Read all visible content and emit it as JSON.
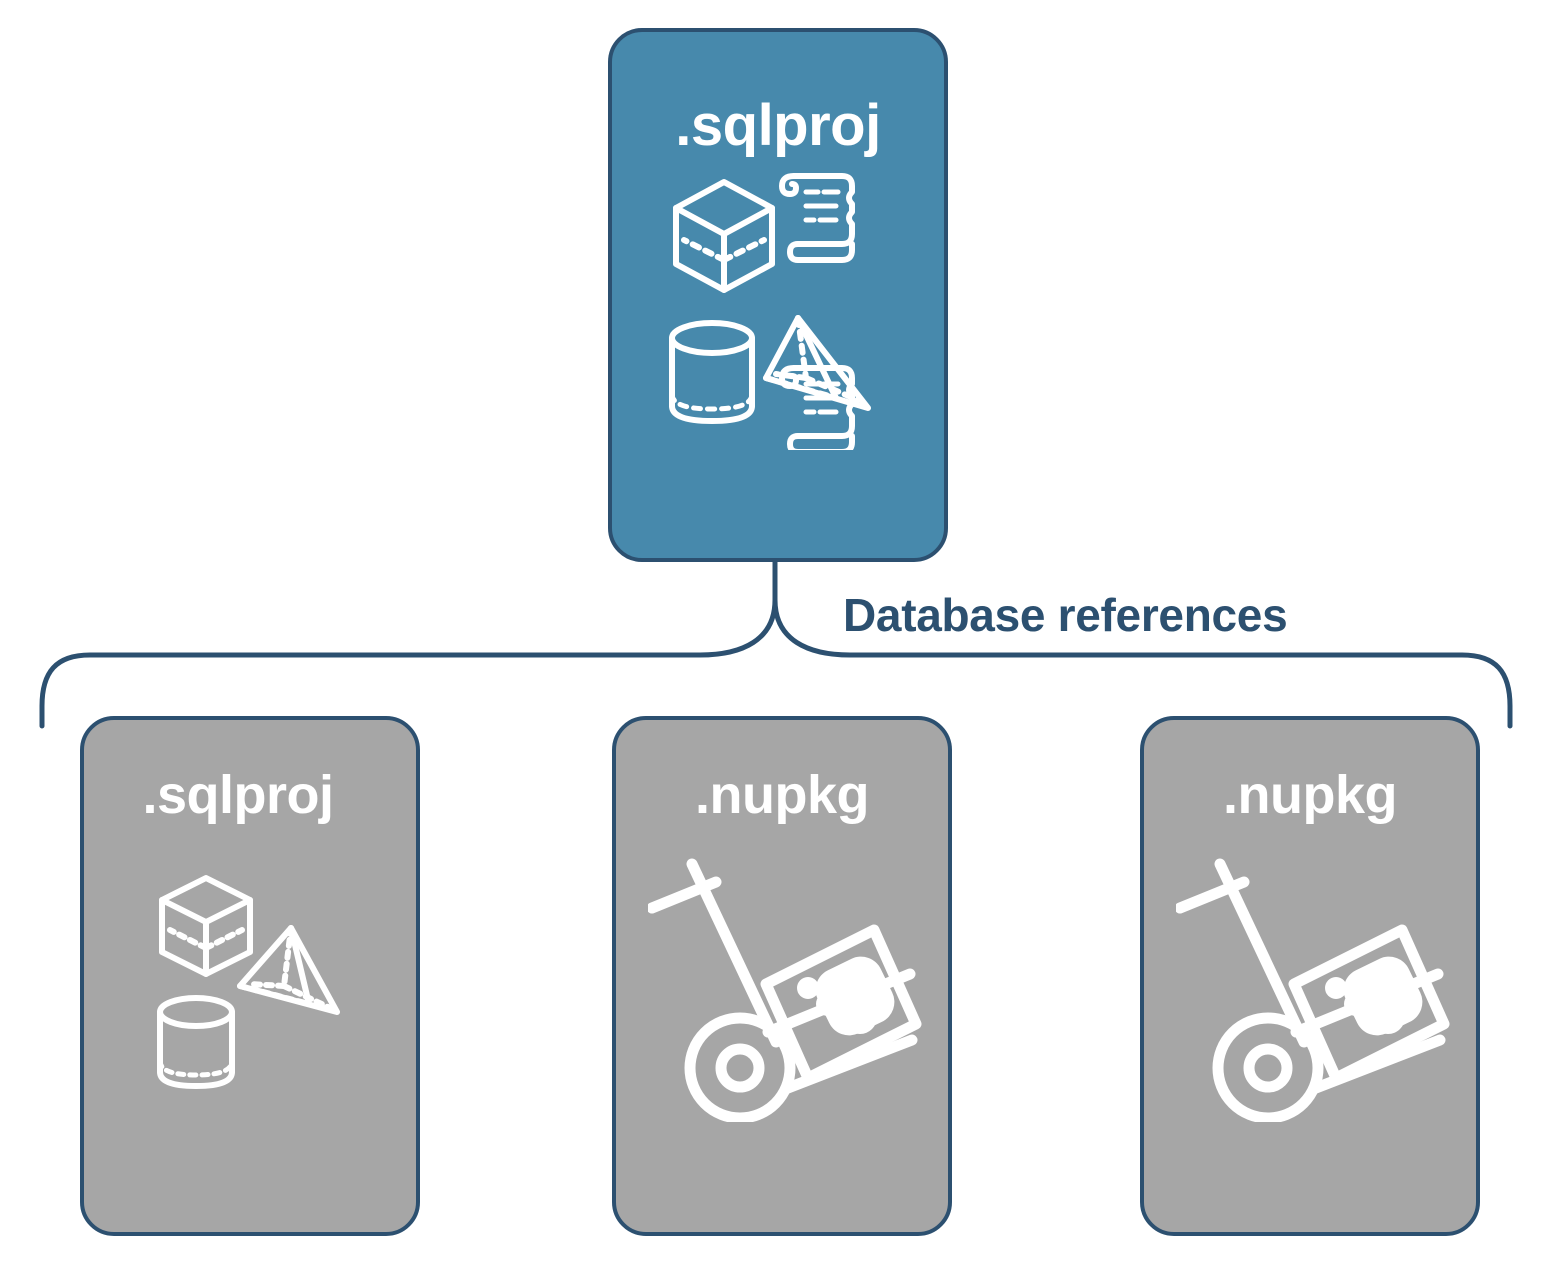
{
  "diagram": {
    "title_text": "Database references",
    "colors": {
      "root_fill": "#4789ac",
      "child_fill": "#a6a6a6",
      "stroke": "#2c5070",
      "icon": "#ffffff",
      "background": "#ffffff"
    },
    "root": {
      "label": ".sqlproj",
      "icons": [
        "cube-icon",
        "scroll-icon",
        "pyramid-icon",
        "cylinder-icon",
        "scroll-icon"
      ]
    },
    "connector": {
      "label": "Database references",
      "type": "curly-brace",
      "branches": 3
    },
    "children": [
      {
        "label": ".sqlproj",
        "icons": [
          "cube-icon",
          "pyramid-icon",
          "cylinder-icon"
        ]
      },
      {
        "label": ".nupkg",
        "icons": [
          "hand-truck-package-icon"
        ]
      },
      {
        "label": ".nupkg",
        "icons": [
          "hand-truck-package-icon"
        ]
      }
    ]
  }
}
